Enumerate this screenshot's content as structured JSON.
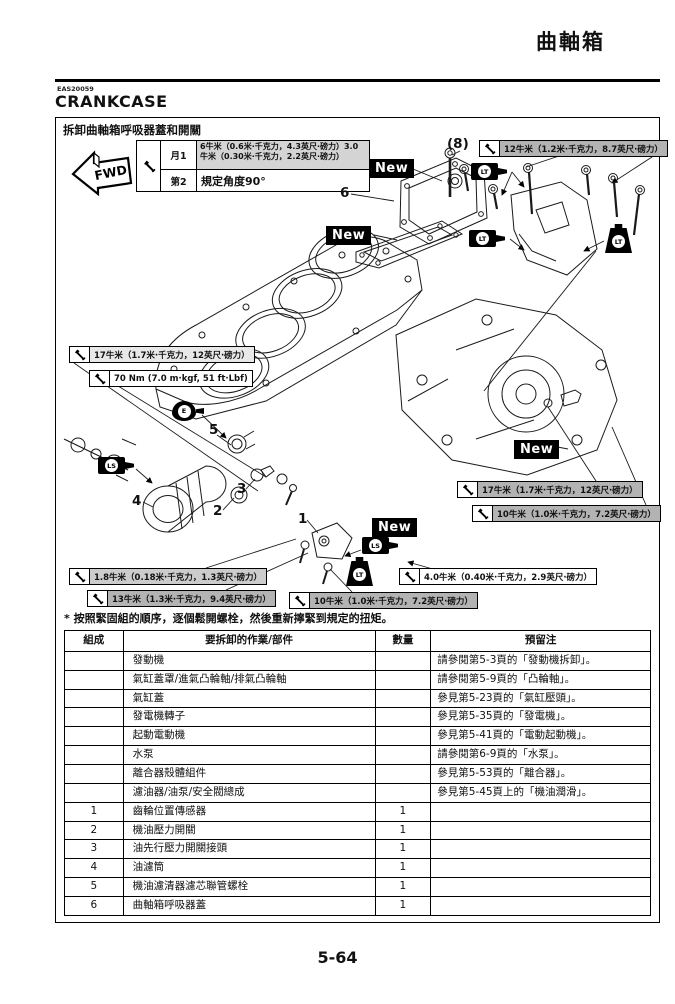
{
  "page": {
    "header_title": "曲軸箱",
    "section_code": "EAS20059",
    "section_title": "CRANKCASE",
    "page_number": "5-64"
  },
  "figure": {
    "title": "拆卸曲軸箱呼吸器蓋和開關",
    "fwd_label": "FWD",
    "new_label": "New",
    "lt_label": "LT",
    "ls_label": "LS",
    "e_label": "E",
    "footnote": "* 按照緊固組的順序，逐個鬆開螺栓，然後重新擰緊到規定的扭矩。",
    "spec": {
      "step1_label": "月1",
      "step2_label": "第2",
      "step1_torque": "6牛米（0.6米·千克力，4.3英尺·磅力）3.0牛米（0.30米·千克力，2.2英尺·磅力）",
      "step2_torque": "規定角度90°"
    },
    "part_labels": {
      "bolt8": "(8)",
      "p1": "1",
      "p2": "2",
      "p3": "3",
      "p4": "4",
      "p5": "5",
      "p6": "6"
    },
    "callouts": {
      "t12": "12牛米（1.2米·千克力，8.7英尺·磅力）",
      "t17a": "17牛米（1.7米·千克力，12英尺·磅力）",
      "t70": "70 Nm (7.0 m·kgf, 51 ft·Lbf)",
      "t17b": "17牛米（1.7米·千克力，12英尺·磅力）",
      "t10a": "10牛米（1.0米·千克力，7.2英尺·磅力）",
      "t18": "1.8牛米（0.18米·千克力，1.3英尺·磅力）",
      "t13": "13牛米（1.3米·千克力，9.4英尺·磅力）",
      "t10b": "10牛米（1.0米·千克力，7.2英尺·磅力）",
      "t40": "4.0牛米（0.40米·千克力，2.9英尺·磅力）"
    },
    "colors": {
      "callout_gray": "#b3b3b3",
      "spec_gray": "#d4d4d4",
      "tag_black": "#000000"
    }
  },
  "table": {
    "headers": [
      "組成",
      "要拆卸的作業/部件",
      "數量",
      "預留注"
    ],
    "rows": [
      {
        "order": "",
        "job": "發動機",
        "qty": "",
        "remark": "請參閱第5-3頁的「發動機拆卸」。"
      },
      {
        "order": "",
        "job": "氣缸蓋罩/進氣凸輪軸/排氣凸輪軸",
        "qty": "",
        "remark": "請參閱第5-9頁的「凸輪軸」。"
      },
      {
        "order": "",
        "job": "氣缸蓋",
        "qty": "",
        "remark": "參見第5-23頁的「氣缸壓頭」。"
      },
      {
        "order": "",
        "job": "發電機轉子",
        "qty": "",
        "remark": "參見第5-35頁的「發電機」。"
      },
      {
        "order": "",
        "job": "起動電動機",
        "qty": "",
        "remark": "參見第5-41頁的「電動起動機」。"
      },
      {
        "order": "",
        "job": "水泵",
        "qty": "",
        "remark": "請參閱第6-9頁的「水泵」。"
      },
      {
        "order": "",
        "job": "離合器殼體組件",
        "qty": "",
        "remark": "參見第5-53頁的「離合器」。"
      },
      {
        "order": "",
        "job": "濾油器/油泵/安全閥總成",
        "qty": "",
        "remark": "參見第5-45頁上的「機油潤滑」。"
      },
      {
        "order": "1",
        "job": "齒輪位置傳感器",
        "qty": "1",
        "remark": ""
      },
      {
        "order": "2",
        "job": "機油壓力開關",
        "qty": "1",
        "remark": ""
      },
      {
        "order": "3",
        "job": "油先行壓力開關接頭",
        "qty": "1",
        "remark": ""
      },
      {
        "order": "4",
        "job": "油濾筒",
        "qty": "1",
        "remark": ""
      },
      {
        "order": "5",
        "job": "機油濾清器濾芯聯管螺栓",
        "qty": "1",
        "remark": ""
      },
      {
        "order": "6",
        "job": "曲軸箱呼吸器蓋",
        "qty": "1",
        "remark": ""
      }
    ]
  }
}
